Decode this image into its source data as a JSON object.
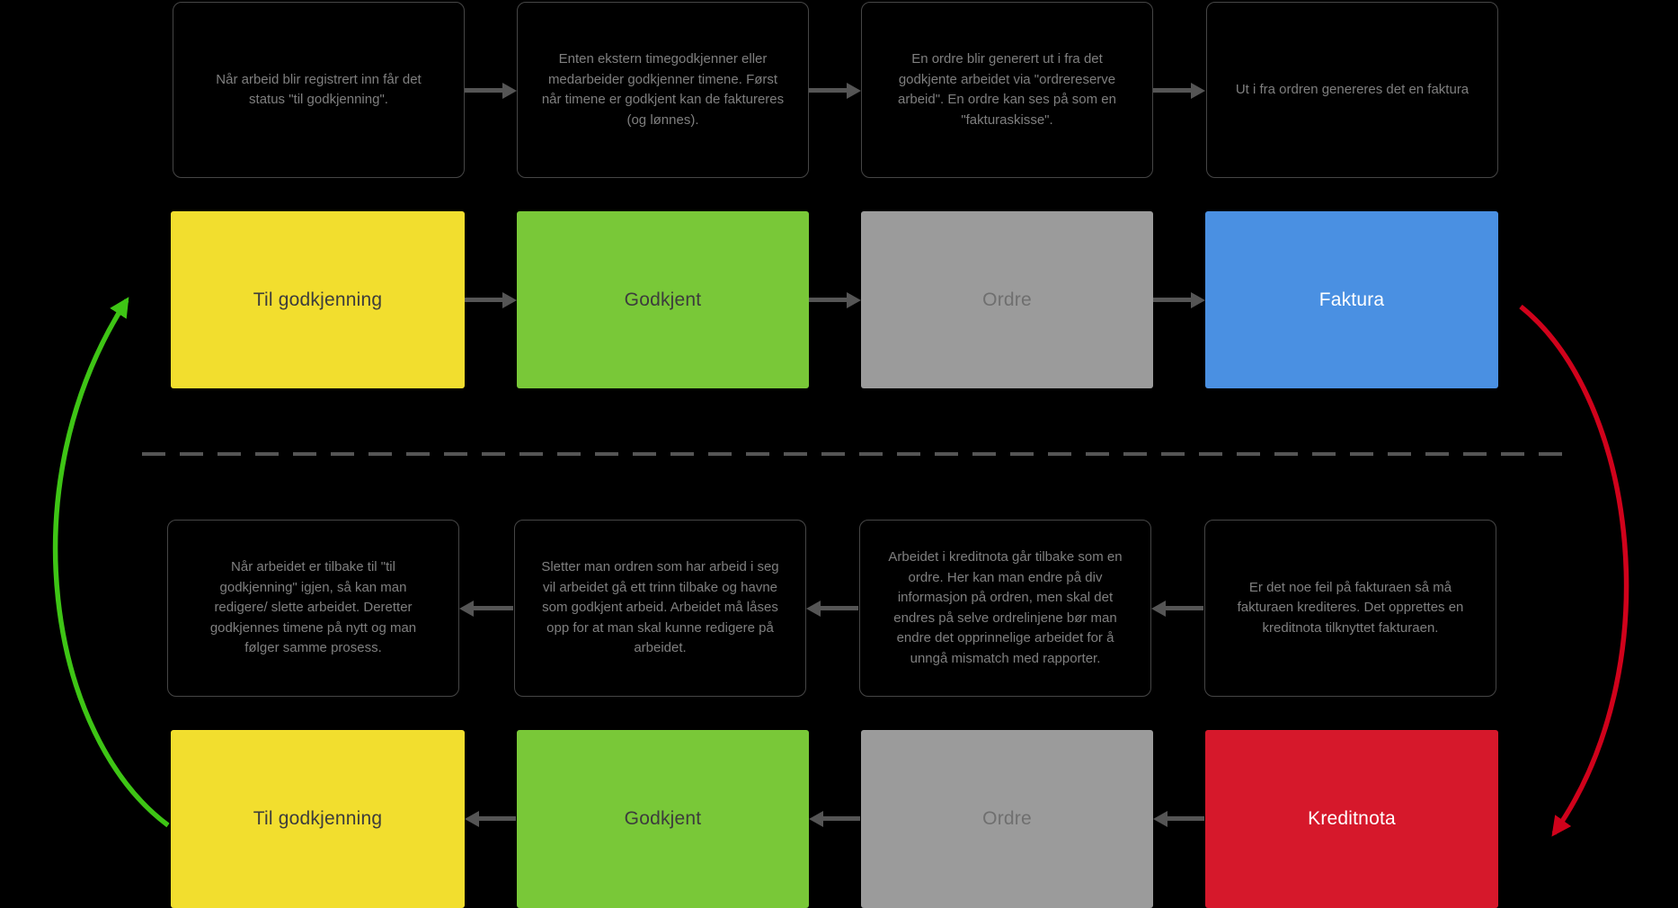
{
  "diagram": {
    "top": {
      "notes": [
        "Når arbeid blir registrert inn får det status \"til godkjenning\".",
        "Enten ekstern timegodkjenner eller medarbeider godkjenner timene. Først når timene er godkjent kan de faktureres (og lønnes).",
        "En ordre blir generert ut i fra det godkjente arbeidet via \"ordrereserve arbeid\". En ordre kan ses på som en \"fakturaskisse\".",
        "Ut i fra ordren genereres det en faktura"
      ],
      "statuses": [
        "Til godkjenning",
        "Godkjent",
        "Ordre",
        "Faktura"
      ]
    },
    "bottom": {
      "notes": [
        "Når arbeidet er tilbake til \"til godkjenning\" igjen, så kan man redigere/ slette arbeidet. Deretter godkjennes timene på nytt og man følger samme prosess.",
        "Sletter man ordren som har arbeid i seg vil arbeidet gå ett trinn tilbake og havne som godkjent arbeid. Arbeidet må låses opp for at man skal kunne redigere på arbeidet.",
        "Arbeidet i kreditnota går tilbake som en ordre. Her kan man endre på div informasjon på ordren, men skal det endres på selve ordrelinjene bør man endre det opprinnelige arbeidet for å unngå mismatch med rapporter.",
        "Er det noe feil på fakturaen så må fakturaen krediteres. Det opprettes en kreditnota tilknyttet fakturaen."
      ],
      "statuses": [
        "Til godkjenning",
        "Godkjent",
        "Ordre",
        "Kreditnota"
      ]
    },
    "colors": {
      "til_godkjenning": "#f2de2e",
      "godkjent": "#79c838",
      "ordre": "#9b9b9b",
      "faktura": "#4a90e2",
      "kreditnota": "#d6182b",
      "connector": "#555555",
      "green_curve": "#3ec515",
      "red_curve": "#d0021b"
    }
  }
}
